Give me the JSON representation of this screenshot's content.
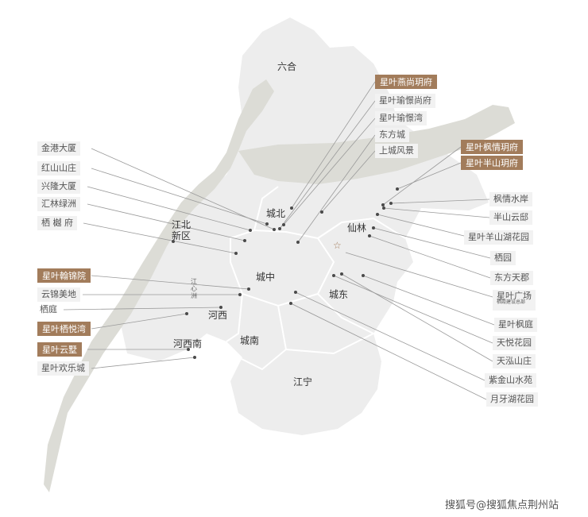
{
  "colors": {
    "land": "#ededed",
    "river": "#dcdcd6",
    "line": "#9a9a9a",
    "accent": "#a27c5b",
    "marker": "#4a4a4a"
  },
  "districts": {
    "luhe": "六合",
    "chengbei": "城北",
    "jiangbei": "江北\n新区",
    "xianlin": "仙林",
    "chengzhong": "城中",
    "chengdong": "城东",
    "hexi": "河西",
    "hexinan": "河西南",
    "chengnan": "城南",
    "jiangning": "江宁",
    "jiangxinzhou": "江\n心\n洲"
  },
  "left_labels": [
    "金港大厦",
    "红山山庄",
    "兴隆大厦",
    "汇林绿洲",
    "栖 樾 府",
    "星叶翰锦院",
    "云锦美地",
    "栖庭",
    "星叶栖悦湾",
    "星叶云墅",
    "星叶欢乐城"
  ],
  "top_labels": [
    "星叶燕尚玥府",
    "星叶瑜憬尚府",
    "星叶瑜憬湾",
    "东方城",
    "上城风景"
  ],
  "right_highlight": [
    "星叶枫情玥府",
    "星叶半山玥府"
  ],
  "right_labels": [
    "枫情水岸",
    "半山云邸",
    "星叶羊山湖花园",
    "栖园",
    "东方天郡",
    "星叶广场",
    "星叶枫庭",
    "天悦花园",
    "天泓山庄",
    "紫金山水苑",
    "月牙湖花园"
  ],
  "right_sub": "栖霞建设总部",
  "watermark": "搜狐号@搜狐焦点荆州站"
}
